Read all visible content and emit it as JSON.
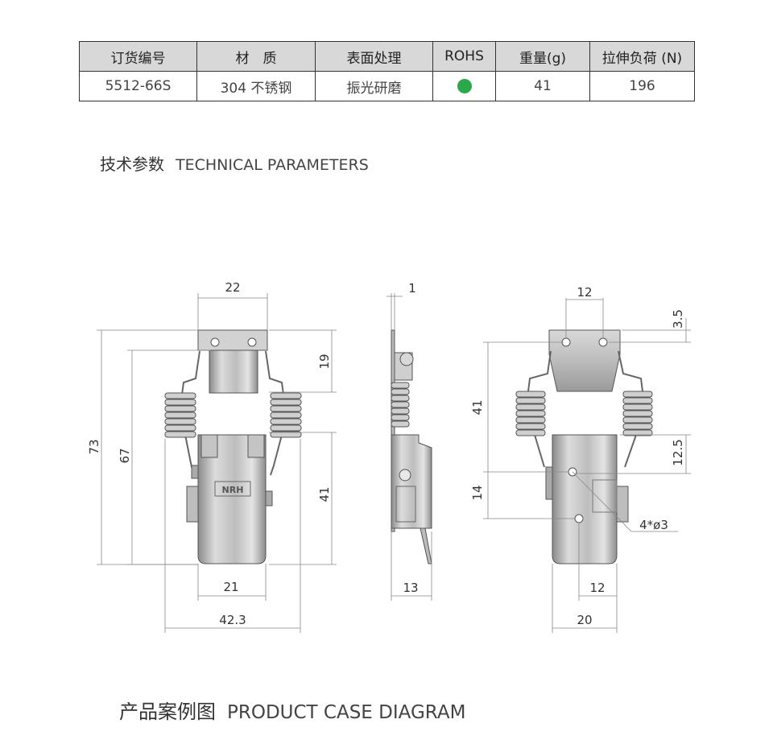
{
  "spec_table": {
    "headers": [
      "订货编号",
      "材　质",
      "表面处理",
      "ROHS",
      "重量(g)",
      "拉伸负荷 (N)"
    ],
    "row": {
      "order_no": "5512-66S",
      "material": "304 不锈钢",
      "surface": "振光研磨",
      "rohs_color": "#2aa84a",
      "weight": "41",
      "load": "196"
    }
  },
  "tech_heading": {
    "cn": "技术参数",
    "en": "TECHNICAL PARAMETERS"
  },
  "case_heading": {
    "cn": "产品案例图",
    "en": "PRODUCT CASE DIAGRAM"
  },
  "dimensions": {
    "front_top_width": "22",
    "front_hinge_height": "19",
    "front_total_height": "73",
    "front_inner_height": "67",
    "front_body_height": "41",
    "front_body_width": "21",
    "front_overall_width": "42.3",
    "side_thickness": "1",
    "side_depth": "13",
    "back_hole_spacing_top": "12",
    "back_top_offset": "3.5",
    "back_height": "41",
    "back_lower_offset": "12.5",
    "back_lower_height": "14",
    "back_hole_spec": "4*ø3",
    "back_hole_spacing_bottom": "12",
    "back_width": "20"
  },
  "logo_text": "NRH"
}
